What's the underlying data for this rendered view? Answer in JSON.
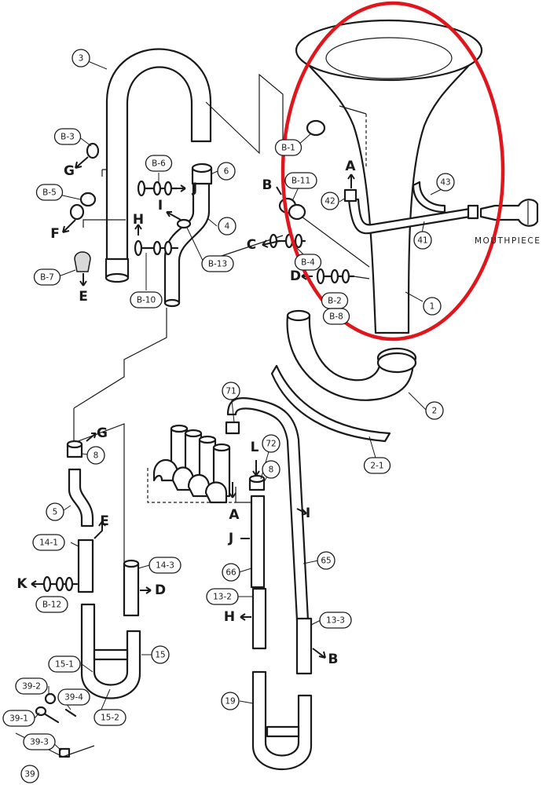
{
  "diagram": {
    "mouthpiece_label": "MOUTHPIECE",
    "highlight_color": "#e0161c",
    "line_color": "#1a1a1a",
    "callouts": [
      {
        "id": "c-3",
        "text": "3"
      },
      {
        "id": "c-b3",
        "text": "B-3"
      },
      {
        "id": "c-b6",
        "text": "B-6"
      },
      {
        "id": "c-6",
        "text": "6"
      },
      {
        "id": "c-b5",
        "text": "B-5"
      },
      {
        "id": "c-4",
        "text": "4"
      },
      {
        "id": "c-b13",
        "text": "B-13"
      },
      {
        "id": "c-b7",
        "text": "B-7"
      },
      {
        "id": "c-b10",
        "text": "B-10"
      },
      {
        "id": "c-b1",
        "text": "B-1"
      },
      {
        "id": "c-b11",
        "text": "B-11"
      },
      {
        "id": "c-43",
        "text": "43"
      },
      {
        "id": "c-42",
        "text": "42"
      },
      {
        "id": "c-41",
        "text": "41"
      },
      {
        "id": "c-b4",
        "text": "B-4"
      },
      {
        "id": "c-b2",
        "text": "B-2"
      },
      {
        "id": "c-b8",
        "text": "B-8"
      },
      {
        "id": "c-1",
        "text": "1"
      },
      {
        "id": "c-2",
        "text": "2"
      },
      {
        "id": "c-21",
        "text": "2-1"
      },
      {
        "id": "c-71",
        "text": "71"
      },
      {
        "id": "c-72",
        "text": "72"
      },
      {
        "id": "c-8a",
        "text": "8"
      },
      {
        "id": "c-8b",
        "text": "8"
      },
      {
        "id": "c-5",
        "text": "5"
      },
      {
        "id": "c-141",
        "text": "14-1"
      },
      {
        "id": "c-143",
        "text": "14-3"
      },
      {
        "id": "c-b12",
        "text": "B-12"
      },
      {
        "id": "c-66",
        "text": "66"
      },
      {
        "id": "c-65",
        "text": "65"
      },
      {
        "id": "c-132",
        "text": "13-2"
      },
      {
        "id": "c-133",
        "text": "13-3"
      },
      {
        "id": "c-15",
        "text": "15"
      },
      {
        "id": "c-151",
        "text": "15-1"
      },
      {
        "id": "c-152",
        "text": "15-2"
      },
      {
        "id": "c-392",
        "text": "39-2"
      },
      {
        "id": "c-394",
        "text": "39-4"
      },
      {
        "id": "c-391",
        "text": "39-1"
      },
      {
        "id": "c-393",
        "text": "39-3"
      },
      {
        "id": "c-39",
        "text": "39"
      },
      {
        "id": "c-19",
        "text": "19"
      }
    ],
    "letters": [
      {
        "id": "l-g1",
        "text": "G"
      },
      {
        "id": "l-j1",
        "text": "J"
      },
      {
        "id": "l-i1",
        "text": "I"
      },
      {
        "id": "l-h1",
        "text": "H"
      },
      {
        "id": "l-f",
        "text": "F"
      },
      {
        "id": "l-e1",
        "text": "E"
      },
      {
        "id": "l-a1",
        "text": "A"
      },
      {
        "id": "l-b1",
        "text": "B"
      },
      {
        "id": "l-c",
        "text": "C"
      },
      {
        "id": "l-d1",
        "text": "D"
      },
      {
        "id": "l-g2",
        "text": "G"
      },
      {
        "id": "l-e2",
        "text": "E"
      },
      {
        "id": "l-k",
        "text": "K"
      },
      {
        "id": "l-d2",
        "text": "D"
      },
      {
        "id": "l-a2",
        "text": "A"
      },
      {
        "id": "l-l",
        "text": "L"
      },
      {
        "id": "l-i2",
        "text": "I"
      },
      {
        "id": "l-j2",
        "text": "J"
      },
      {
        "id": "l-h2",
        "text": "H"
      },
      {
        "id": "l-b2",
        "text": "B"
      }
    ]
  }
}
